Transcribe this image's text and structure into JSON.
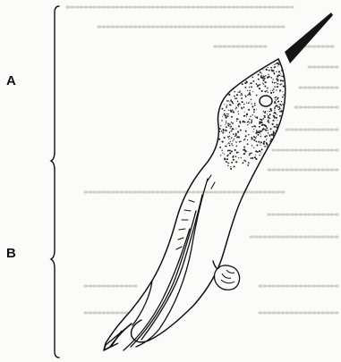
{
  "figure": {
    "labels": {
      "a": "A",
      "b": "B"
    },
    "subject": "hummingbird",
    "colors": {
      "ink": "#111111",
      "background": "#fbfbf9",
      "faded_text": "#c9c9c4"
    }
  }
}
